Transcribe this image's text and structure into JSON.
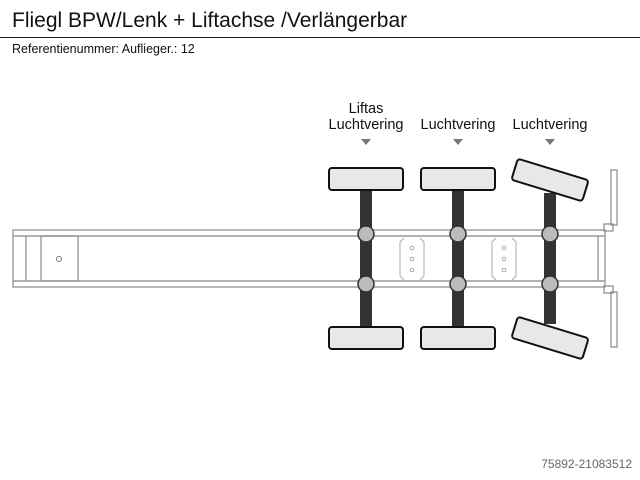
{
  "title": "Fliegl BPW/Lenk + Liftachse /Verlängerbar",
  "reference": "Referentienummer: Auflieger.: 12",
  "axles": [
    {
      "label_line1": "Liftas",
      "label_line2": "Luchtvering",
      "type": "lift"
    },
    {
      "label_line1": "",
      "label_line2": "Luchtvering",
      "type": "fixed"
    },
    {
      "label_line1": "",
      "label_line2": "Luchtvering",
      "type": "steering"
    }
  ],
  "footer_id": "75892-21083512",
  "colors": {
    "frame_stroke": "#999999",
    "axle_fill": "#333333",
    "wheel_fill": "#e8e8e8",
    "hub_fill": "#bbbbbb"
  }
}
